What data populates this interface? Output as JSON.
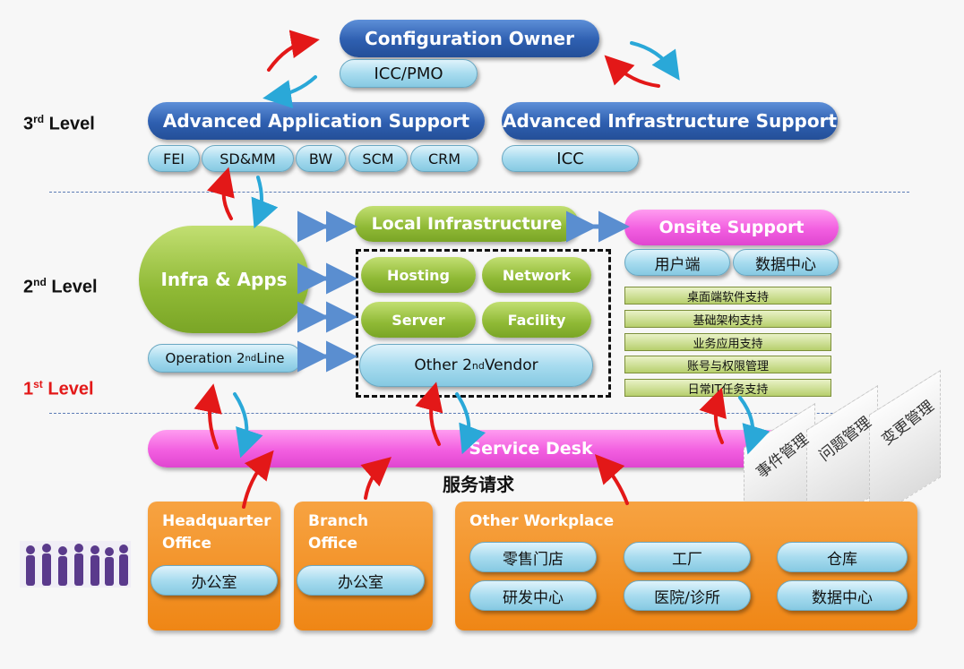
{
  "levels": {
    "l3": "3",
    "l3_sup": "rd",
    "l2": "2",
    "l2_sup": "nd",
    "l1": "1",
    "l1_sup": "st",
    "word": " Level"
  },
  "config_owner": "Configuration Owner",
  "icc_pmo": "ICC/PMO",
  "adv_app": "Advanced Application Support",
  "adv_infra": "Advanced Infrastructure Support",
  "app_modules": [
    "FEI",
    "SD&MM",
    "BW",
    "SCM",
    "CRM"
  ],
  "infra_icc": "ICC",
  "infra_apps": "Infra & Apps",
  "op2": {
    "prefix": "Operation 2",
    "sup": "nd",
    "suffix": " Line"
  },
  "local_infra": "Local Infrastructure",
  "hosting": "Hosting",
  "network": "Network",
  "server": "Server",
  "facility": "Facility",
  "vendor": {
    "prefix": "Other 2",
    "sup": "nd",
    "suffix": " Vendor"
  },
  "onsite": "Onsite Support",
  "onsite_sub": [
    "用户端",
    "数据中心"
  ],
  "tasks": [
    "桌面端软件支持",
    "基础架构支持",
    "业务应用支持",
    "账号与权限管理",
    "日常IT任务支持"
  ],
  "service_desk": "Service Desk",
  "service_req": "服务请求",
  "processes": [
    "事件管理",
    "问题管理",
    "变更管理"
  ],
  "hq": {
    "title": "Headquarter\nOffice",
    "sub": "办公室"
  },
  "branch": {
    "title": "Branch\nOffice",
    "sub": "办公室"
  },
  "other_wp": {
    "title": "Other Workplace",
    "items": [
      "零售门店",
      "工厂",
      "仓库",
      "研发中心",
      "医院/诊所",
      "数据中心"
    ]
  },
  "icons": [
    "red-curved-arrow-icon",
    "blue-curved-arrow-icon",
    "double-arrow-icon",
    "people-silhouette-icon"
  ],
  "colors": {
    "blue": "#2e5fb0",
    "light_blue": "#a8dcef",
    "green": "#8fb935",
    "pink": "#f25ee0",
    "orange": "#ef8615",
    "arrow_red": "#e31818",
    "arrow_cyan": "#2aa8d8",
    "double_arrow": "#5a8ed0"
  }
}
